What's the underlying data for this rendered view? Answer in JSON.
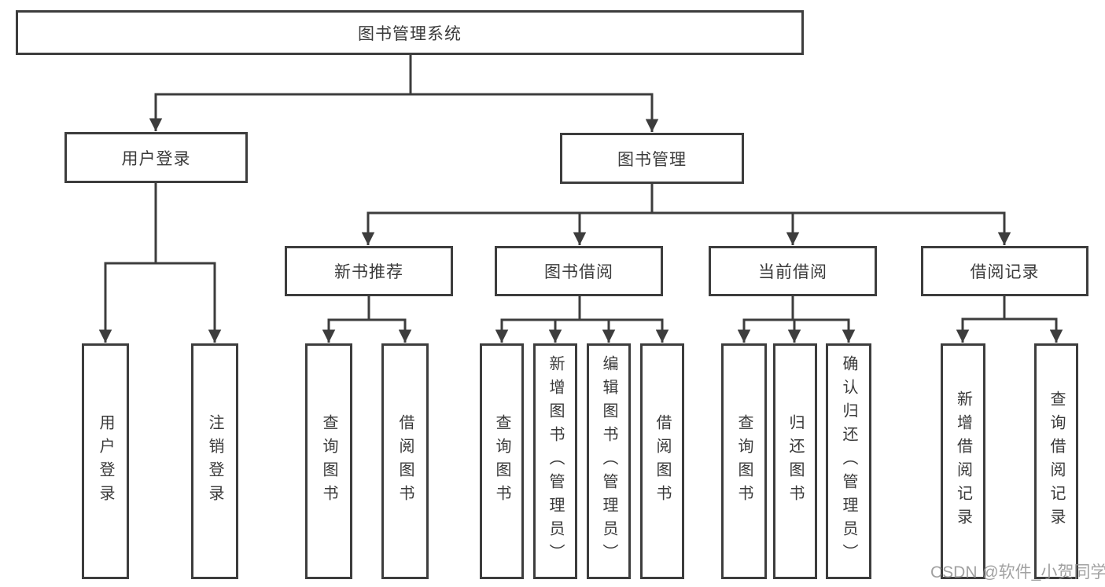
{
  "tree": {
    "root": {
      "label": "图书管理系统"
    },
    "branches": [
      {
        "label": "用户登录",
        "children": [
          {
            "label": "用户登录"
          },
          {
            "label": "注销登录"
          }
        ]
      },
      {
        "label": "图书管理",
        "children": [
          {
            "label": "新书推荐",
            "children": [
              {
                "label": "查询图书"
              },
              {
                "label": "借阅图书"
              }
            ]
          },
          {
            "label": "图书借阅",
            "children": [
              {
                "label": "查询图书"
              },
              {
                "label": "新增图书（管理员）"
              },
              {
                "label": "编辑图书（管理员）"
              },
              {
                "label": "借阅图书"
              }
            ]
          },
          {
            "label": "当前借阅",
            "children": [
              {
                "label": "查询图书"
              },
              {
                "label": "归还图书"
              },
              {
                "label": "确认归还（管理员）"
              }
            ]
          },
          {
            "label": "借阅记录",
            "children": [
              {
                "label": "新增借阅记录"
              },
              {
                "label": "查询借阅记录"
              }
            ]
          }
        ]
      }
    ]
  },
  "watermark": {
    "text": "CSDN @软件_小贺同学"
  },
  "colors": {
    "line": "#3d3d3d",
    "text": "#3a3a3a",
    "background": "#ffffff",
    "watermark": "#919191"
  }
}
